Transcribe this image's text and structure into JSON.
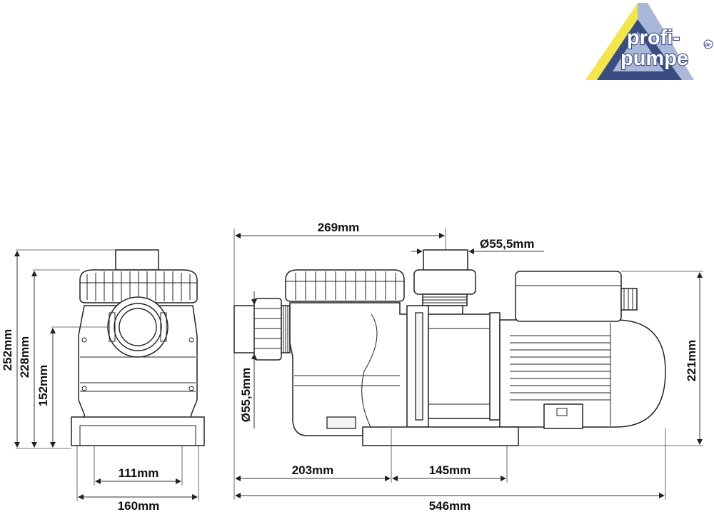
{
  "logo": {
    "line1": "profi-",
    "line2": "pumpe",
    "suffix": "de",
    "colors": {
      "blue": "#3a4c84",
      "yellow": "#f3e64a",
      "light_blue": "#a9b8d8"
    }
  },
  "dimensions": {
    "front": {
      "height_total": "252mm",
      "height_body": "228mm",
      "height_inlet": "152mm",
      "base_inner_width": "111mm",
      "base_width": "160mm"
    },
    "side": {
      "top_length": "269mm",
      "outlet_diameter": "Ø55,5mm",
      "inlet_diameter": "Ø55,5mm",
      "motor_height": "221mm",
      "base_left": "203mm",
      "base_right": "145mm",
      "total_length": "546mm"
    }
  }
}
